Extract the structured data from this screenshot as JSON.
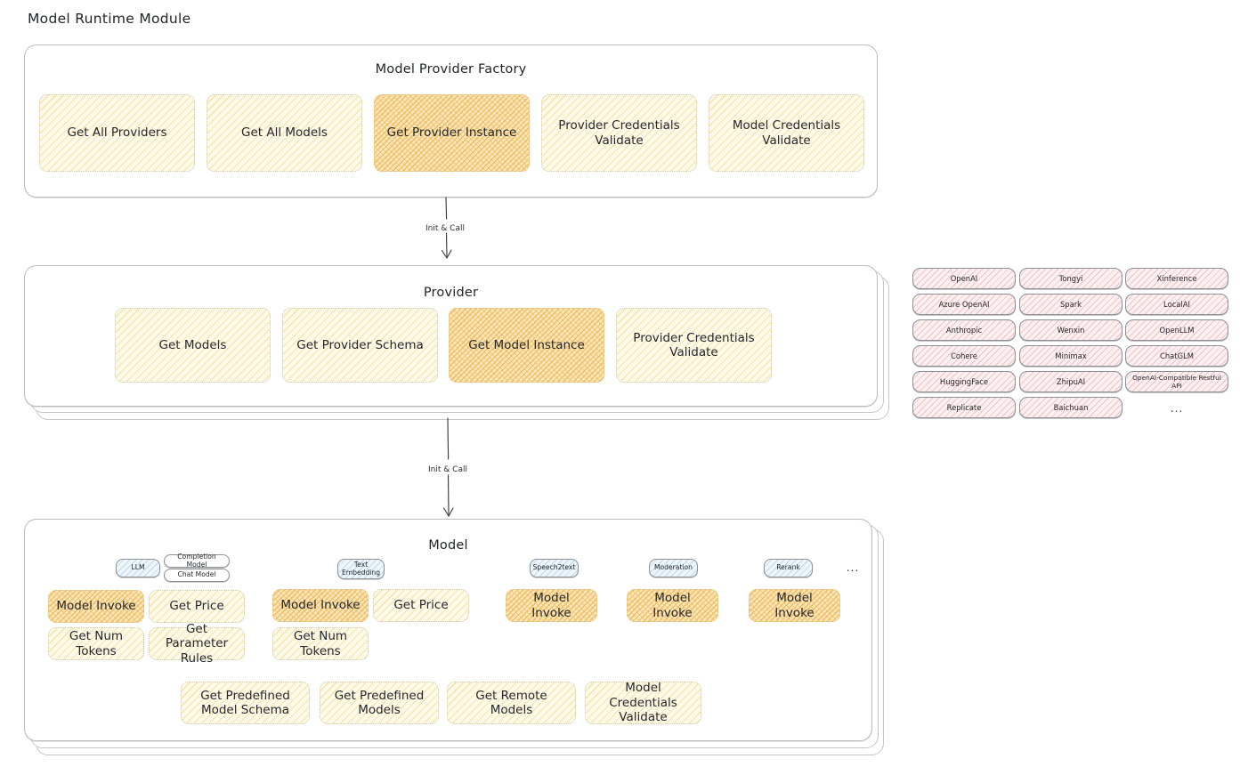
{
  "page": {
    "title": "Model Runtime Module"
  },
  "arrows": [
    {
      "label": "Init & Call"
    },
    {
      "label": "Init & Call"
    }
  ],
  "factory": {
    "title": "Model Provider Factory",
    "nodes": [
      {
        "label": "Get All Providers",
        "highlight": false
      },
      {
        "label": "Get All Models",
        "highlight": false
      },
      {
        "label": "Get Provider Instance",
        "highlight": true
      },
      {
        "label": "Provider Credentials Validate",
        "highlight": false
      },
      {
        "label": "Model Credentials Validate",
        "highlight": false
      }
    ]
  },
  "provider": {
    "title": "Provider",
    "nodes": [
      {
        "label": "Get Models",
        "highlight": false
      },
      {
        "label": "Get Provider Schema",
        "highlight": false
      },
      {
        "label": "Get Model Instance",
        "highlight": true
      },
      {
        "label": "Provider Credentials Validate",
        "highlight": false
      }
    ]
  },
  "provider_list": {
    "columns": [
      [
        "OpenAI",
        "Azure OpenAI",
        "Anthropic",
        "Cohere",
        "HuggingFace",
        "Replicate"
      ],
      [
        "Tongyi",
        "Spark",
        "Wenxin",
        "Minimax",
        "ZhipuAI",
        "Baichuan"
      ],
      [
        "Xinference",
        "LocalAI",
        "OpenLLM",
        "ChatGLM",
        "OpenAI-Compatible Restful API"
      ]
    ],
    "more": "..."
  },
  "model": {
    "title": "Model",
    "more": "...",
    "types": [
      {
        "name": "LLM",
        "sub_badges": [
          "Completion Model",
          "Chat Model"
        ],
        "nodes": [
          {
            "label": "Model Invoke",
            "highlight": true
          },
          {
            "label": "Get Price",
            "highlight": false
          },
          {
            "label": "Get Num Tokens",
            "highlight": false
          },
          {
            "label": "Get Parameter Rules",
            "highlight": false
          }
        ]
      },
      {
        "name": "Text Embedding",
        "sub_badges": [],
        "nodes": [
          {
            "label": "Model Invoke",
            "highlight": true
          },
          {
            "label": "Get Price",
            "highlight": false
          },
          {
            "label": "Get Num Tokens",
            "highlight": false
          }
        ]
      },
      {
        "name": "Speech2text",
        "sub_badges": [],
        "nodes": [
          {
            "label": "Model Invoke",
            "highlight": true
          }
        ]
      },
      {
        "name": "Moderation",
        "sub_badges": [],
        "nodes": [
          {
            "label": "Model Invoke",
            "highlight": true
          }
        ]
      },
      {
        "name": "Rerank",
        "sub_badges": [],
        "nodes": [
          {
            "label": "Model Invoke",
            "highlight": true
          }
        ]
      }
    ],
    "common_nodes": [
      {
        "label": "Get Predefined Model Schema",
        "highlight": false
      },
      {
        "label": "Get Predefined Models",
        "highlight": false
      },
      {
        "label": "Get Remote Models",
        "highlight": false
      },
      {
        "label": "Model Credentials Validate",
        "highlight": false
      }
    ]
  },
  "colors": {
    "node_fill": "#fdfaec",
    "node_highlight": "#fbe6bd",
    "chip_fill": "#fdf0f1",
    "badge_fill": "#eef5fb",
    "panel_border": "#b9bcc0"
  }
}
